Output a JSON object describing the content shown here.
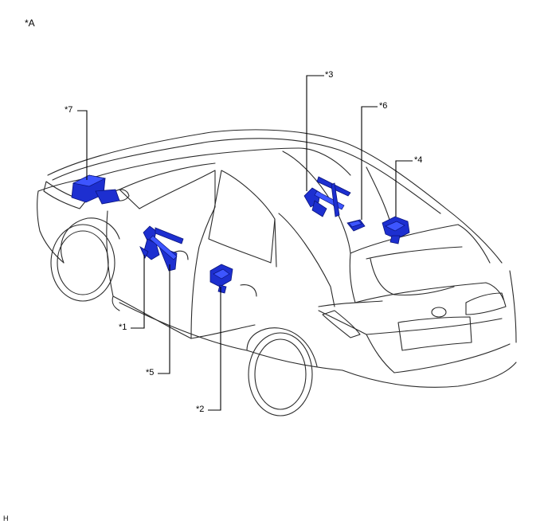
{
  "view_label": "*A",
  "figure_code": "H",
  "callouts": [
    {
      "id": "c1",
      "text": "*1"
    },
    {
      "id": "c2",
      "text": "*2"
    },
    {
      "id": "c3",
      "text": "*3"
    },
    {
      "id": "c4",
      "text": "*4"
    },
    {
      "id": "c5",
      "text": "*5"
    },
    {
      "id": "c6",
      "text": "*6"
    },
    {
      "id": "c7",
      "text": "*7"
    }
  ],
  "colors": {
    "component_fill": "#1d2fd0",
    "component_outline": "#0a147a",
    "vehicle_outline": "#2a2a2a",
    "leader_line": "#000000"
  }
}
